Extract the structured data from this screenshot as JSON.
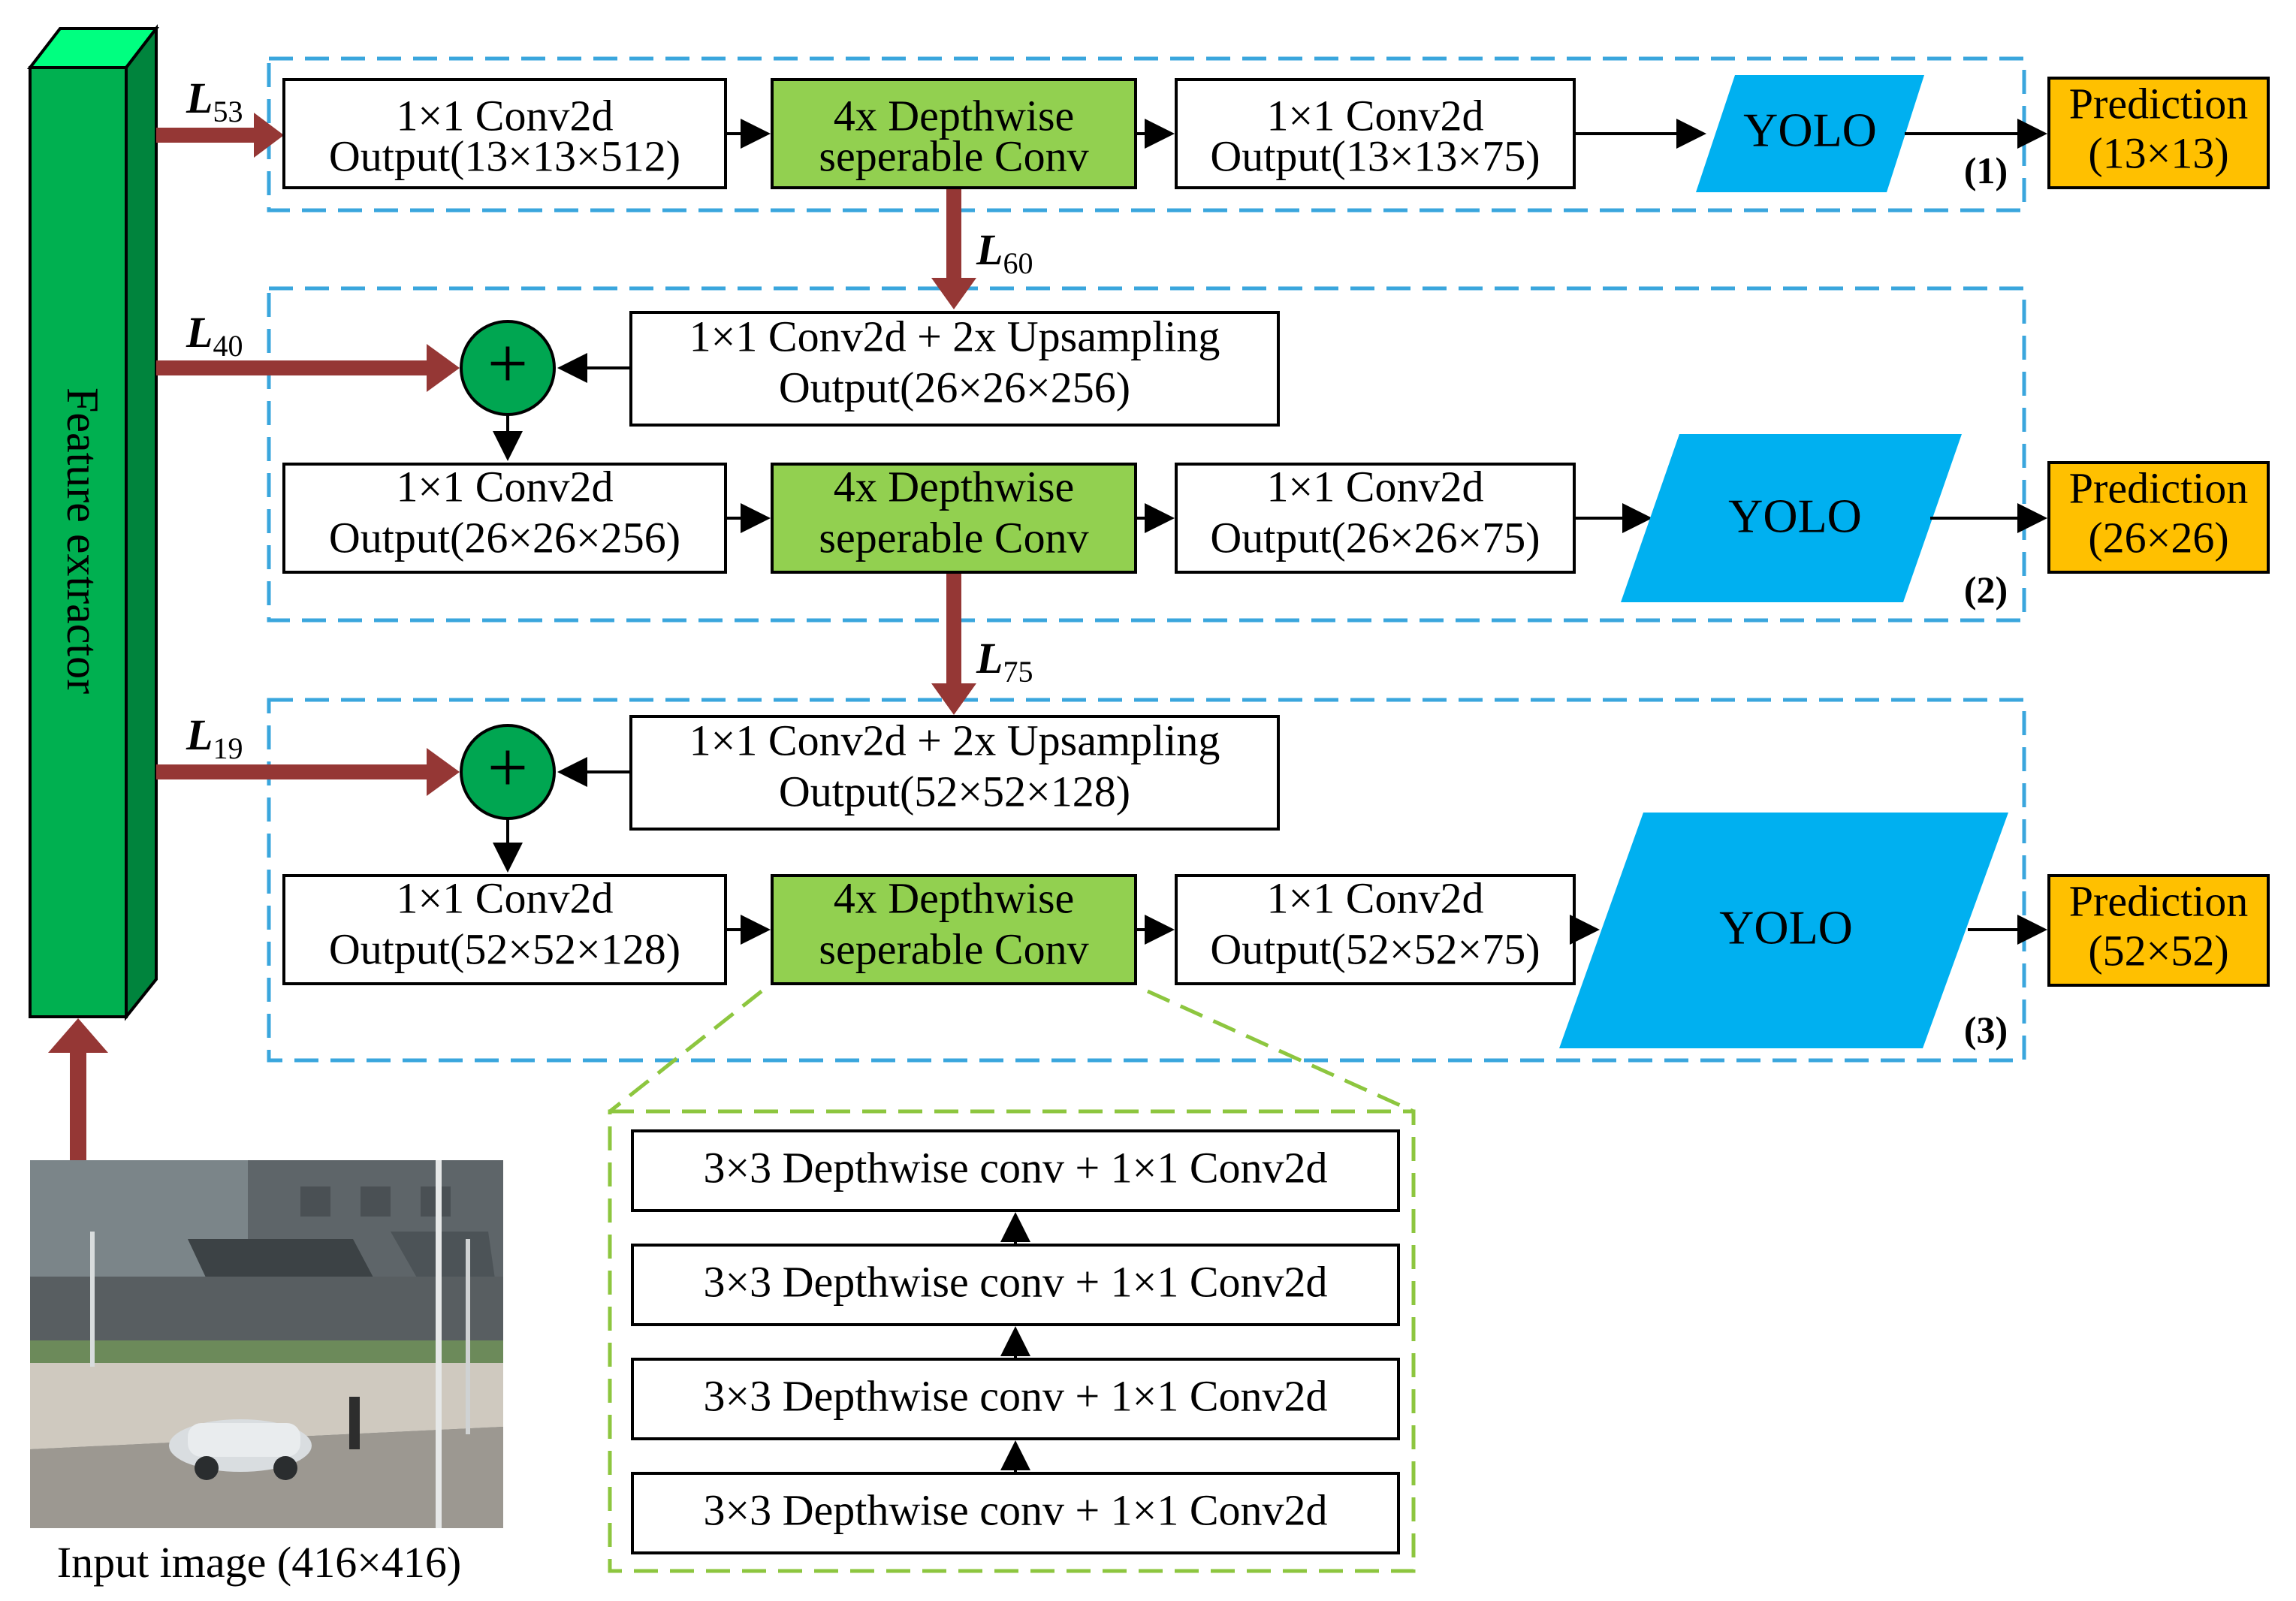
{
  "colors": {
    "green_block": "#92d050",
    "yolo_blue": "#00b0f0",
    "prediction_orange": "#ffc000",
    "arrow_brown": "#953735",
    "dashed_blue": "#3aa6dd",
    "dashed_green": "#8dc63f",
    "feature_front": "#00b050",
    "feature_side": "#00843d",
    "feature_top": "#00ff80",
    "sum_node": "#00a651"
  },
  "feature_extractor": {
    "label": "Feature extractor"
  },
  "input_image": {
    "caption": "Input image (416×416)"
  },
  "lateral_labels": [
    {
      "main": "L",
      "sub": "53"
    },
    {
      "main": "L",
      "sub": "40"
    },
    {
      "main": "L",
      "sub": "19"
    }
  ],
  "vertical_labels": [
    {
      "main": "L",
      "sub": "60"
    },
    {
      "main": "L",
      "sub": "75"
    }
  ],
  "sum_node_symbol": "+",
  "branches": [
    {
      "number": "(1)",
      "conv_in": {
        "line1": "1×1 Conv2d",
        "line2": "Output(13×13×512)"
      },
      "depthwise": {
        "line1": "4x Depthwise",
        "line2": "seperable Conv"
      },
      "conv_out": {
        "line1": "1×1 Conv2d",
        "line2": "Output(13×13×75)"
      },
      "yolo": "YOLO",
      "prediction": {
        "line1": "Prediction",
        "line2": "(13×13)"
      }
    },
    {
      "number": "(2)",
      "upsample": {
        "line1": "1×1 Conv2d + 2x Upsampling",
        "line2": "Output(26×26×256)"
      },
      "conv_in": {
        "line1": "1×1 Conv2d",
        "line2": "Output(26×26×256)"
      },
      "depthwise": {
        "line1": "4x Depthwise",
        "line2": "seperable Conv"
      },
      "conv_out": {
        "line1": "1×1 Conv2d",
        "line2": "Output(26×26×75)"
      },
      "yolo": "YOLO",
      "prediction": {
        "line1": "Prediction",
        "line2": "(26×26)"
      }
    },
    {
      "number": "(3)",
      "upsample": {
        "line1": "1×1 Conv2d + 2x Upsampling",
        "line2": "Output(52×52×128)"
      },
      "conv_in": {
        "line1": "1×1 Conv2d",
        "line2": "Output(52×52×128)"
      },
      "depthwise": {
        "line1": "4x Depthwise",
        "line2": "seperable Conv"
      },
      "conv_out": {
        "line1": "1×1 Conv2d",
        "line2": "Output(52×52×75)"
      },
      "yolo": "YOLO",
      "prediction": {
        "line1": "Prediction",
        "line2": "(52×52)"
      }
    }
  ],
  "depthwise_detail": [
    "3×3 Depthwise conv + 1×1 Conv2d",
    "3×3 Depthwise conv + 1×1 Conv2d",
    "3×3 Depthwise conv + 1×1 Conv2d",
    "3×3 Depthwise conv + 1×1 Conv2d"
  ]
}
